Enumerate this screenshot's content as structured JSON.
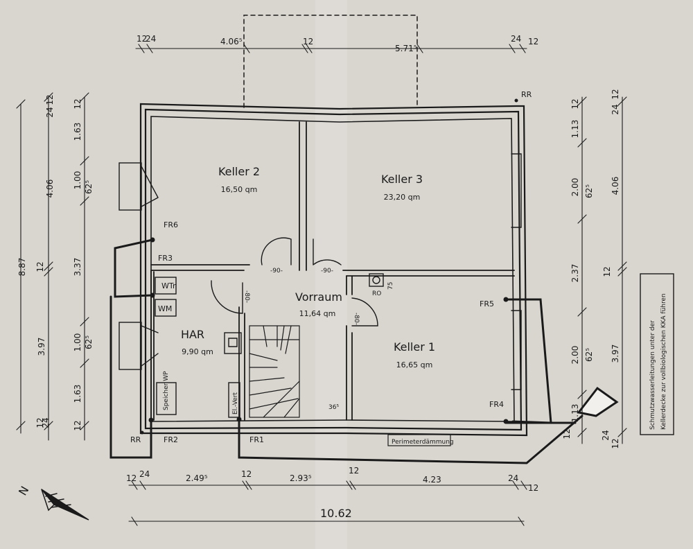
{
  "rooms": {
    "keller2": {
      "name": "Keller 2",
      "area": "16,50 qm"
    },
    "keller3": {
      "name": "Keller 3",
      "area": "23,20 qm"
    },
    "vorraum": {
      "name": "Vorraum",
      "area": "11,64 qm"
    },
    "har": {
      "name": "HAR",
      "area": "9,90 qm"
    },
    "keller1": {
      "name": "Keller 1",
      "area": "16,65 qm"
    }
  },
  "labels": {
    "wtr": "WTr",
    "wm": "WM",
    "ro": "RO",
    "elvert": "El.-Vert",
    "speicher": "Speicher WP",
    "rr_top": "RR",
    "rr_bottom": "RR",
    "fr1": "FR1",
    "fr2": "FR2",
    "fr3": "FR3",
    "fr4": "FR4",
    "fr5": "FR5",
    "fr6": "FR6",
    "perimeter": "Perimeterdämmung",
    "door_90": "-90-",
    "door_80": "-80-",
    "stair_36": "36⁵",
    "ro_75": "75"
  },
  "note": {
    "line1": "Schmutzwasserleitungen unter der",
    "line2": "Kellerdecke zur vollbiologischen KKA führen"
  },
  "dims": {
    "top": [
      "12",
      "24",
      "4.06⁵",
      "12",
      "5.71⁵",
      "24",
      "12"
    ],
    "bottom": [
      "12",
      "24",
      "2.49⁵",
      "12",
      "2.93⁵",
      "12",
      "4.23",
      "24",
      "12"
    ],
    "overall": "10.62",
    "left_total": "8.87",
    "left_mid": [
      "12",
      "24",
      "4.06",
      "12",
      "3.97",
      "12",
      "24"
    ],
    "left_inner": [
      "12",
      "1.63",
      "1.00",
      "62⁵",
      "3.37",
      "1.00",
      "62⁵",
      "1.63",
      "12"
    ],
    "right_inner": [
      "12",
      "1.13",
      "2.00",
      "62⁵",
      "2.37",
      "2.00",
      "62⁵",
      "1.13",
      "12"
    ],
    "right_outer": [
      "12",
      "24",
      "4.06",
      "12",
      "3.97",
      "24",
      "12"
    ]
  },
  "compass": {
    "label": "N"
  }
}
